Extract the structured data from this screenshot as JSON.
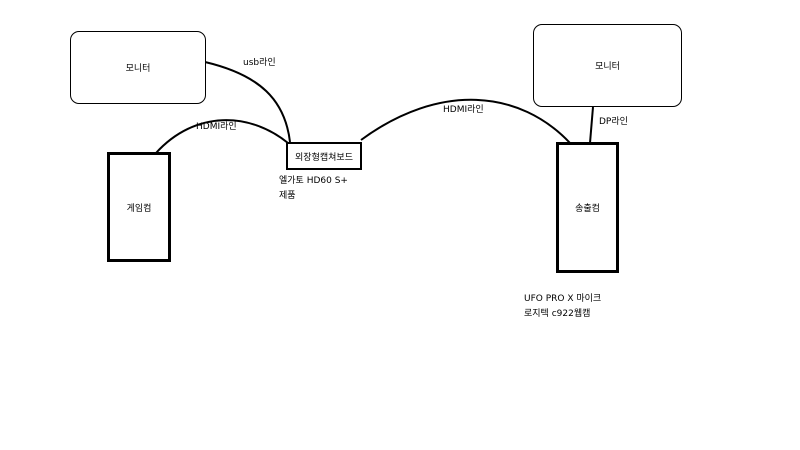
{
  "nodes": {
    "left_monitor": "모니터",
    "right_monitor": "모니터",
    "gaming_pc": "게임컴",
    "capture_board": "외장형캡쳐보드",
    "streaming_pc": "송출컴"
  },
  "connections": {
    "usb_line": "usb라인",
    "hdmi_line_left": "HDMI라인",
    "hdmi_line_right": "HDMI라인",
    "dp_line": "DP라인"
  },
  "notes": {
    "capture_product_line1": "엘가토 HD60 S+",
    "capture_product_line2": "제품",
    "streaming_gear_line1": "UFO PRO X 마이크",
    "streaming_gear_line2": "로지텍 c922웹캠"
  },
  "colors": {
    "stroke": "#000000",
    "background": "#ffffff"
  }
}
